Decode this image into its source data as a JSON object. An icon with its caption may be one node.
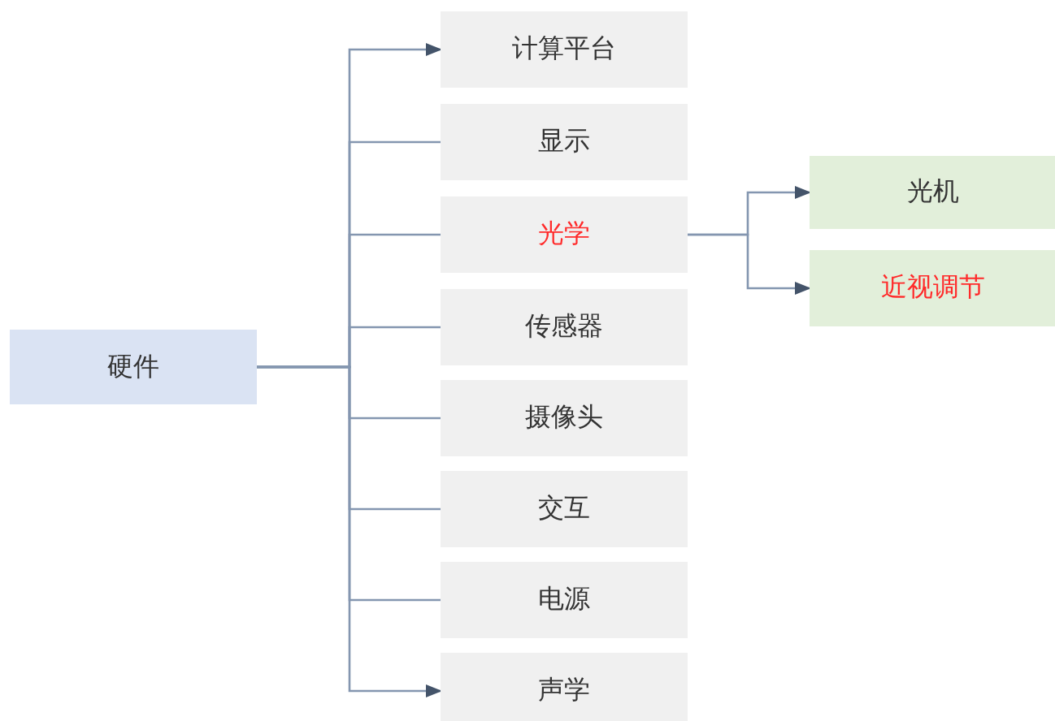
{
  "diagram": {
    "nodes": [
      {
        "text": [
          "硬件"
        ]
      },
      {
        "text": [
          "计算平台"
        ]
      },
      {
        "text": [
          "显示"
        ]
      },
      {
        "text": [
          "光学"
        ]
      },
      {
        "text": [
          "传感器"
        ]
      },
      {
        "text": [
          "摄像头"
        ]
      },
      {
        "text": [
          "交互"
        ]
      },
      {
        "text": [
          "电源"
        ]
      },
      {
        "text": [
          "声学"
        ]
      },
      {
        "text": [
          "光机"
        ]
      },
      {
        "text": [
          "近视调节"
        ]
      }
    ],
    "edges": [
      {
        "from": 0,
        "to": 1,
        "arrow": "to"
      },
      {
        "from": 0,
        "to": 2,
        "arrow": "none"
      },
      {
        "from": 0,
        "to": 3,
        "arrow": "none"
      },
      {
        "from": 0,
        "to": 4,
        "arrow": "none"
      },
      {
        "from": 0,
        "to": 5,
        "arrow": "none"
      },
      {
        "from": 0,
        "to": 6,
        "arrow": "none"
      },
      {
        "from": 0,
        "to": 7,
        "arrow": "none"
      },
      {
        "from": 0,
        "to": 8,
        "arrow": "to"
      },
      {
        "from": 3,
        "to": 9,
        "arrow": "to"
      },
      {
        "from": 3,
        "to": 10,
        "arrow": "to"
      }
    ]
  }
}
